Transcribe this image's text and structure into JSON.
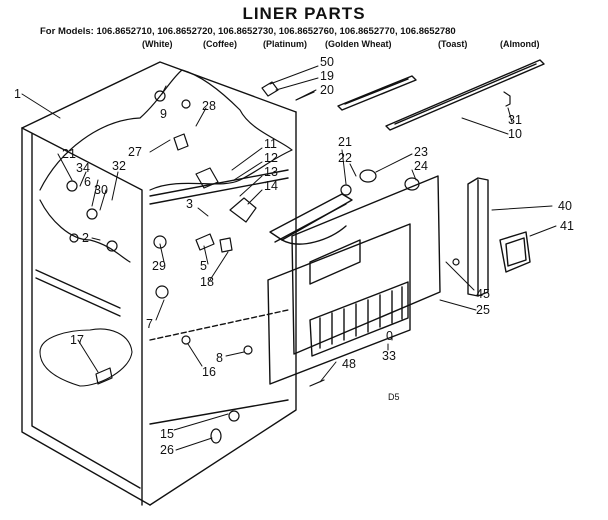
{
  "title": "LINER PARTS",
  "models_line": "For Models: 106.8652710, 106.8652720, 106.8652730, 106.8652760, 106.8652770, 106.8652780",
  "colors": [
    "(White)",
    "(Coffee)",
    "(Platinum)",
    "(Golden Wheat)",
    "(Toast)",
    "(Almond)"
  ],
  "callouts": [
    "1",
    "50",
    "19",
    "20",
    "9",
    "28",
    "27",
    "21",
    "34",
    "6",
    "30",
    "32",
    "2",
    "11",
    "12",
    "13",
    "14",
    "21",
    "22",
    "23",
    "24",
    "31",
    "10",
    "40",
    "41",
    "3",
    "29",
    "5",
    "18",
    "7",
    "17",
    "16",
    "8",
    "45",
    "25",
    "0",
    "33",
    "48",
    "15",
    "26"
  ],
  "corner_mark": "D5"
}
